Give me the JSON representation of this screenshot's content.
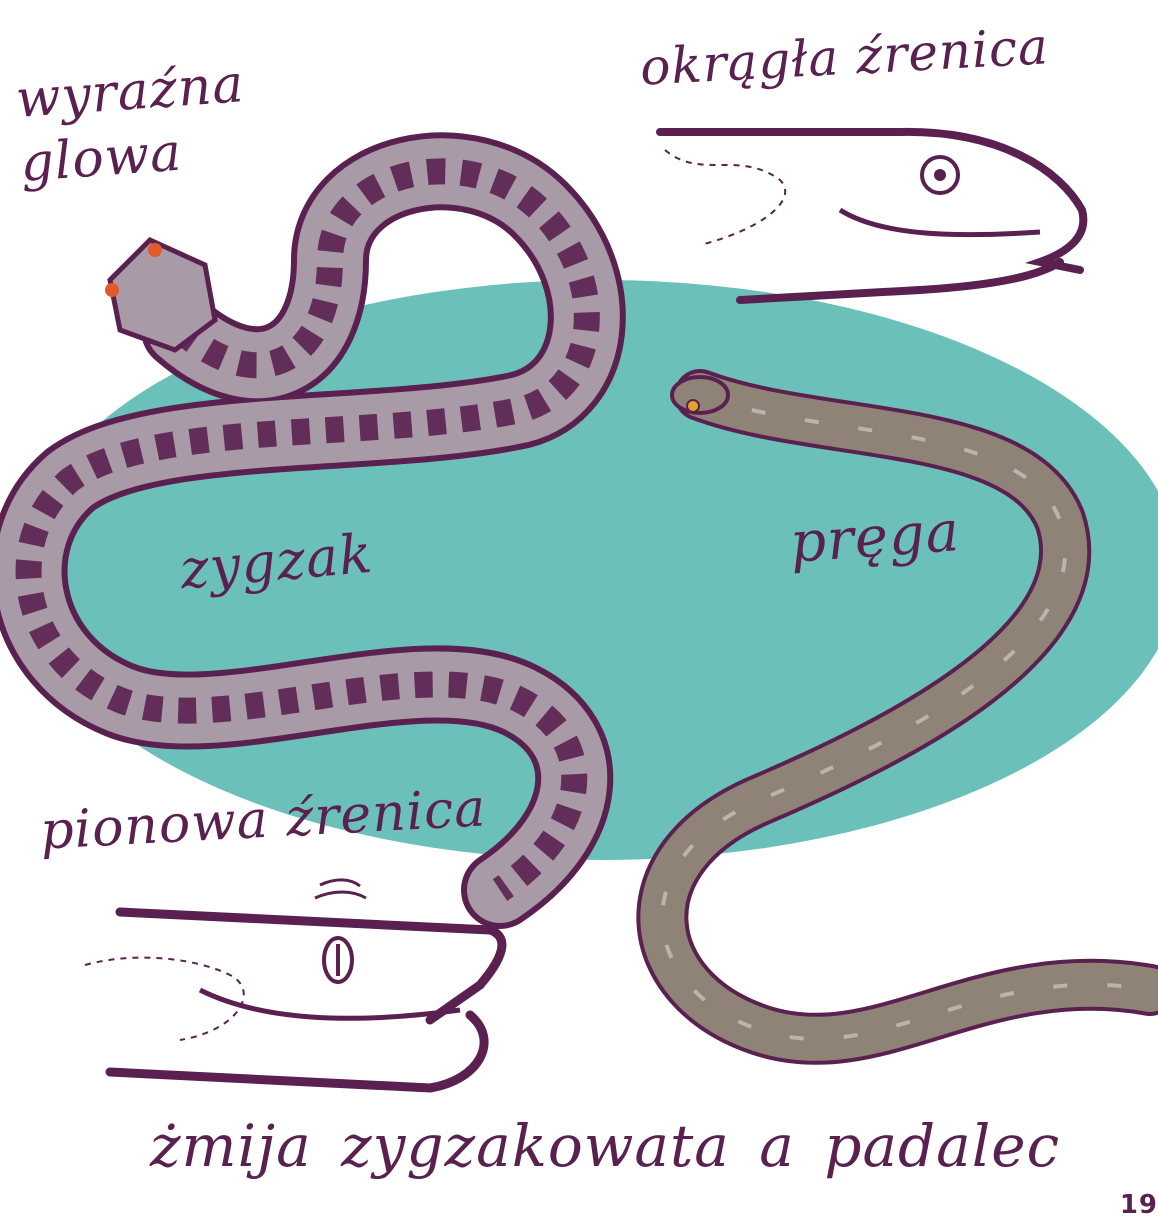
{
  "labels": {
    "distinct_head": "wyraźna\nglowa",
    "round_pupil": "okrągła źrenica",
    "zigzag": "zygzak",
    "stripe": "pręga",
    "vertical_pupil": "pionowa źrenica",
    "title": "żmija zygzakowata a padalec",
    "page_number": "19"
  },
  "colors": {
    "ink": "#5a2150",
    "teal": "#6cc0ba",
    "viper_body": "#a89aa6",
    "slowworm_body": "#8f8378",
    "eye": "#e25a2c"
  },
  "illustrations": [
    "viper-snake",
    "slow-worm",
    "slow-worm-head-closeup",
    "viper-head-closeup"
  ]
}
